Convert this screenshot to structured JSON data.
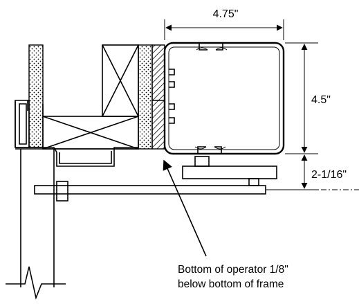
{
  "dimensions": {
    "width": "4.75\"",
    "height": "4.5\"",
    "offset": "2-1/16\""
  },
  "note": {
    "line1": "Bottom of operator 1/8\"",
    "line2": "below bottom of frame"
  }
}
